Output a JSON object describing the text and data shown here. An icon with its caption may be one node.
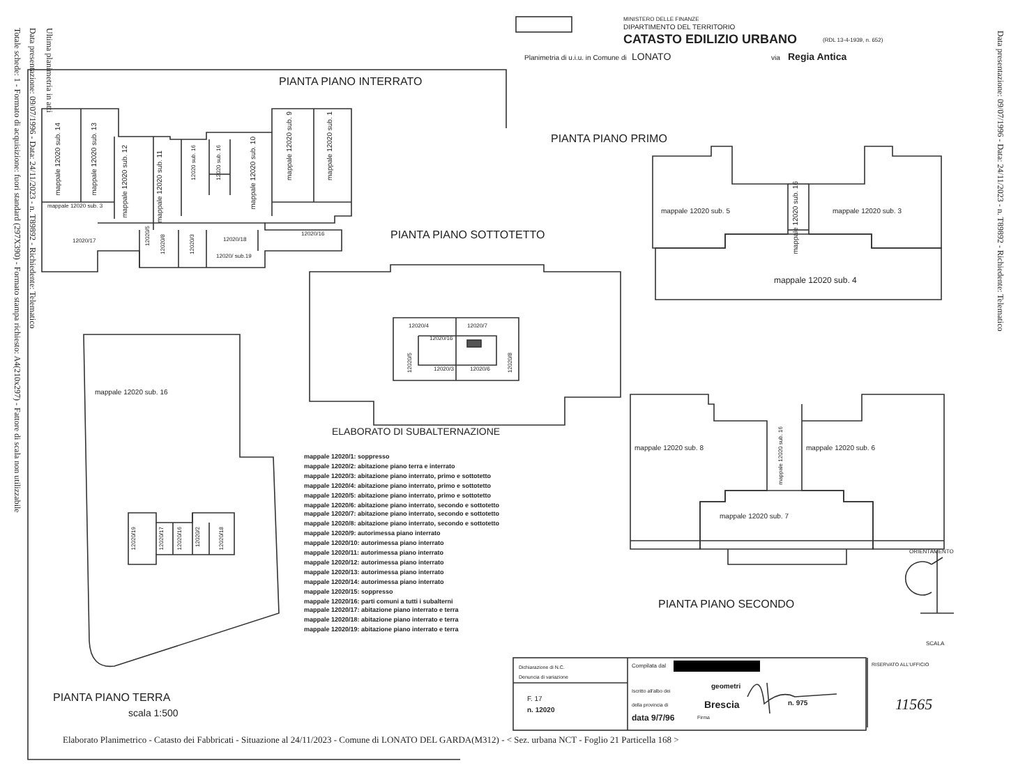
{
  "diagram": {
    "labels": [
      "Ultima planimetria in atti",
      "Data presentazione: 09/07/1996 - Data: 24/11/2023 - n. T89892 - Richiedente: Telematico",
      "Totale schede: 1 - Formato di acquisizione: fuori standard (297X390) - Formato stampa richiesto: A4(210x297) - Fattore di scala non utilizzabile",
      "Data presentazione: 09/07/1996 - Data: 24/11/2023 - n. T89892 - Richiedente: Telematico",
      "MINISTERO DELLE FINANZE",
      "DIPARTIMENTO DEL TERRITORIO",
      "CATASTO EDILIZIO URBANO",
      "(RDL 13-4-1939, n. 652)",
      "Planimetria di u.i.u. in Comune di",
      "LONATO",
      "via",
      "Regia Antica",
      "PIANTA PIANO INTERRATO",
      "mappale 12020 sub. 14",
      "mappale 12020 sub. 13",
      "mappale 12020 sub. 12",
      "mappale 12020 sub. 11",
      "12020 sub. 16",
      "12020 sub. 16",
      "mappale 12020 sub. 10",
      "mappale 12020 sub. 9",
      "mappale 12020 sub. 1",
      "mappale 12020 sub. 3",
      "12020/17",
      "12020/5",
      "12020/8",
      "12020/3",
      "12020/ sub.19",
      "12020/18",
      "12020/16",
      "PIANTA PIANO SOTTOTETTO",
      "12020/4",
      "12020/7",
      "12020/16",
      "12020/5",
      "12020/3",
      "12020/6",
      "12020/8",
      "PIANTA PIANO PRIMO",
      "mappale 12020 sub. 5",
      "mappale 12020 sub. 16",
      "mappale 12020 sub. 3",
      "mappale 12020 sub. 4",
      "ELABORATO DI SUBALTERNAZIONE",
      "mappale 12020/1: soppresso",
      "mappale 12020/2: abitazione piano terra e interrato",
      "mappale 12020/3: abitazione piano interrato, primo e sottotetto",
      "mappale 12020/4: abitazione piano interrato, primo e sottotetto",
      "mappale 12020/5: abitazione piano interrato, primo e sottotetto",
      "mappale 12020/6: abitazione piano interrato, secondo e sottotetto",
      "mappale 12020/7: abitazione piano interrato, secondo e sottotetto",
      "mappale 12020/8: abitazione piano interrato, secondo e sottotetto",
      "mappale 12020/9: autorimessa piano interrato",
      "mappale 12020/10: autorimessa piano interrato",
      "mappale 12020/11: autorimessa piano interrato",
      "mappale 12020/12: autorimessa piano interrato",
      "mappale 12020/13: autorimessa piano interrato",
      "mappale 12020/14: autorimessa piano interrato",
      "mappale 12020/15: soppresso",
      "mappale 12020/16: parti comuni a tutti i subalterni",
      "mappale 12020/17: abitazione piano interrato e terra",
      "mappale 12020/18: abitazione piano interrato e terra",
      "mappale 12020/19: abitazione piano interrato e terra",
      "mappale 12020 sub. 16",
      "12020/19",
      "12020/17",
      "12020/16",
      "12020/2",
      "12020/18",
      "PIANTA PIANO TERRA",
      "scala 1:500",
      "mappale 12020 sub. 8",
      "mappale 12020 sub. 16",
      "mappale 12020 sub. 6",
      "mappale 12020 sub. 7",
      "PIANTA PIANO SECONDO",
      "ORIENTAMENTO",
      "SCALA",
      "Dichiarazione di N.C.",
      "Denuncia di variazione",
      "F. 17",
      "n. 12020",
      "Compilata dal",
      "Iscritto all'albo dei",
      "geometri",
      "della provincia di",
      "Brescia",
      "n. 975",
      "data 9/7/96",
      "Firma",
      "RISERVATO ALL'UFFICIO",
      "11565",
      "Elaborato Planimetrico - Catasto dei Fabbricati - Situazione al 24/11/2023 - Comune di LONATO DEL GARDA(M312) - < Sez. urbana NCT - Foglio 21 Particella 168 >"
    ]
  }
}
